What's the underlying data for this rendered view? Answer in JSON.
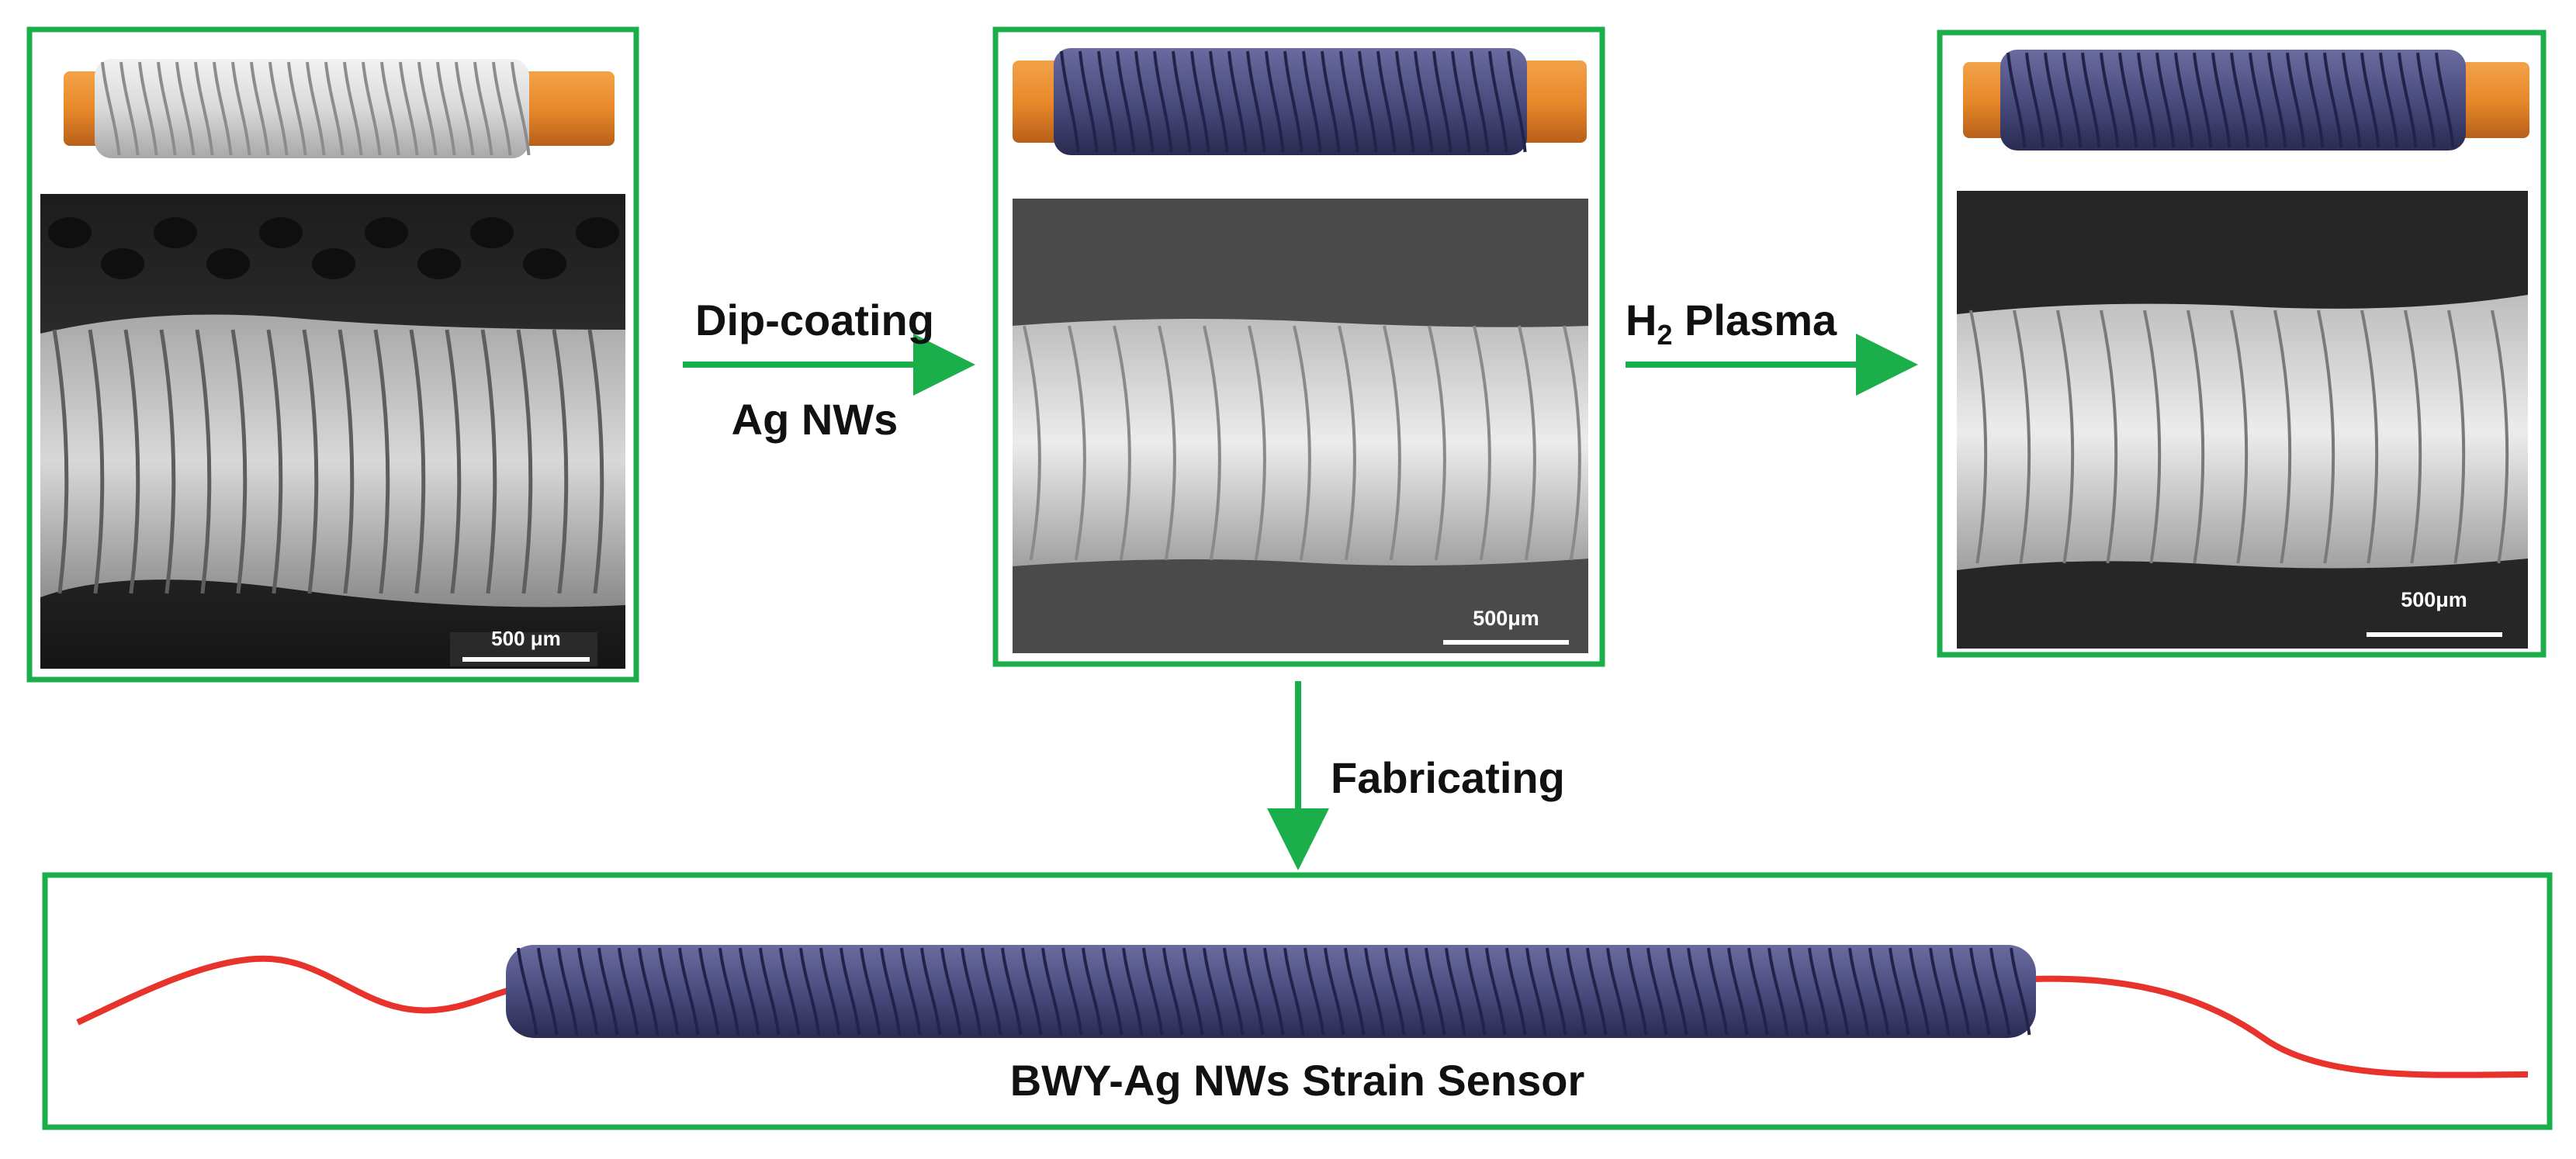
{
  "colors": {
    "frame": "#1aaf4b",
    "arrow": "#1aaf4b",
    "core": "#e8892a",
    "core_shade": "#b8601a",
    "yarn_white": "#d9d9d9",
    "yarn_white_dark": "#9a9a9a",
    "yarn_coated": "#4a4c7e",
    "yarn_coated_dark": "#2a2b52",
    "lead_wire": "#e8322c",
    "sem_bg": "#2a2a2a"
  },
  "panels": {
    "raw": {
      "scale_bar": "500 μm"
    },
    "coated": {
      "scale_bar": "500μm"
    },
    "plasma": {
      "scale_bar": "500μm"
    },
    "sensor": {
      "label": "BWY-Ag NWs Strain Sensor"
    }
  },
  "steps": {
    "dip_coating": {
      "line1": "Dip-coating",
      "line2": "Ag NWs"
    },
    "plasma": {
      "prefix": "H",
      "subscript": "2",
      "suffix": " Plasma"
    },
    "fabricating": {
      "label": "Fabricating"
    }
  }
}
